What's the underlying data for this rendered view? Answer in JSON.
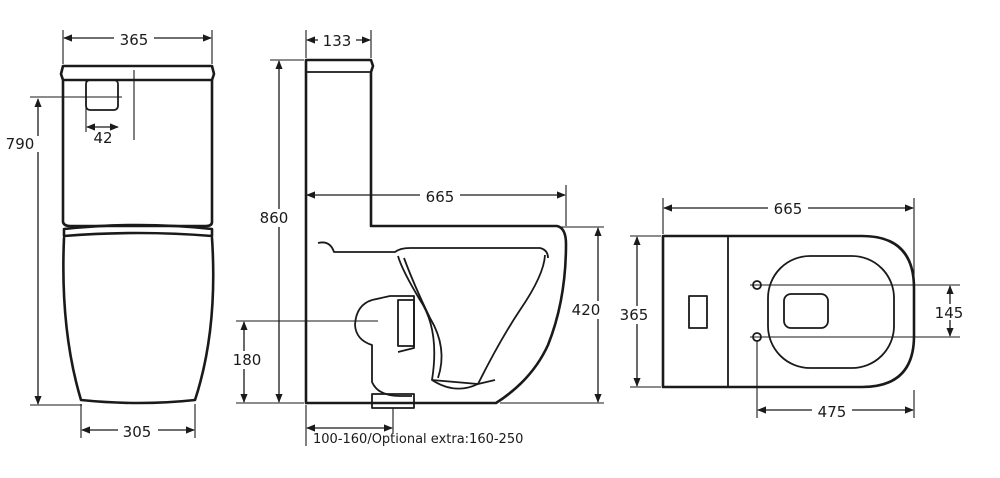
{
  "dimensions": {
    "front_tank_width": "365",
    "front_tank_height": "790",
    "front_button_offset": "42",
    "front_base_width": "305",
    "side_tank_depth": "133",
    "side_total_height": "860",
    "side_length": "665",
    "side_seat_height": "420",
    "side_outlet_height": "180",
    "side_outlet_note": "100-160/Optional extra:160-250",
    "top_length": "665",
    "top_width": "365",
    "top_fixing_spacing": "145",
    "top_fixing_depth": "475"
  }
}
